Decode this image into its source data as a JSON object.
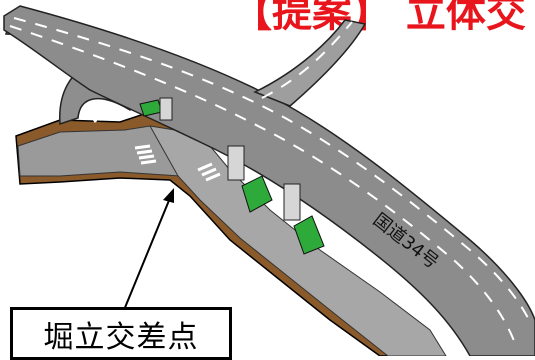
{
  "title": "【提案】 立体交",
  "road_label": "国道34号",
  "callout_label": "堀立交差点",
  "colors": {
    "title": "#e8161c",
    "road_surface": "#9a9a9a",
    "road_dark": "#6e6e6e",
    "ground_edge": "#8b5a2b",
    "median_green": "#2eaa3a",
    "pillar": "#d6d6d6"
  }
}
